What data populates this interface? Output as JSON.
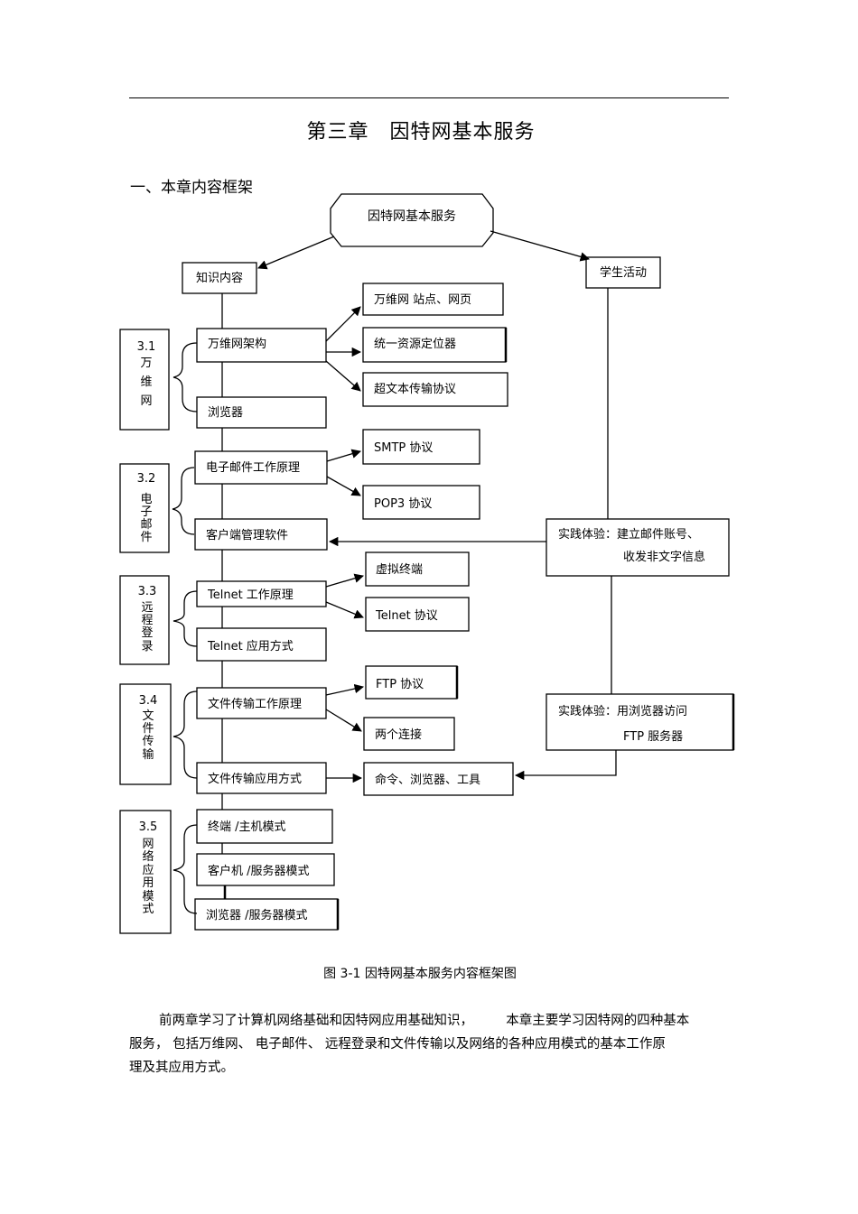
{
  "title": "第三章　因特网基本服务",
  "section_heading": "一、本章内容框架",
  "diagram": {
    "root": "因特网基本服务",
    "knowledge": "知识内容",
    "activity": "学生活动",
    "groups": {
      "g1": [
        "3.1",
        "万",
        "维",
        "网"
      ],
      "g2": [
        "3.2",
        "电",
        "子",
        "邮",
        "件"
      ],
      "g3": [
        "3.3",
        "远",
        "程",
        "登",
        "录"
      ],
      "g4": [
        "3.4",
        "文",
        "件",
        "传",
        "输"
      ],
      "g5": [
        "3.5",
        "网",
        "络",
        "应",
        "用",
        "模",
        "式"
      ]
    },
    "nodes": {
      "www_arch": "万维网架构",
      "www_site": "万维网 站点、网页",
      "url": "统一资源定位器",
      "http": "超文本传输协议",
      "browser": "浏览器",
      "mail_principle": "电子邮件工作原理",
      "smtp": "SMTP  协议",
      "pop3": "POP3 协议",
      "mail_client": "客户端管理软件",
      "telnet_principle": "Telnet 工作原理",
      "virtual_term": "虚拟终端",
      "telnet_proto": "Telnet 协议",
      "telnet_apply": "Telnet 应用方式",
      "ftp_principle": "文件传输工作原理",
      "ftp_proto": "FTP  协议",
      "two_conn": "两个连接",
      "ftp_apply": "文件传输应用方式",
      "ftp_tools": "命令、浏览器、工具",
      "mode_terminal": "终端 /主机模式",
      "mode_cs": "客户机 /服务器模式",
      "mode_bs": "浏览器 /服务器模式",
      "practice1_line1": "实践体验：建立邮件账号、",
      "practice1_line2": "收发非文字信息",
      "practice2_line1": "实践体验：用浏览器访问",
      "practice2_line2": "FTP  服务器"
    }
  },
  "caption": "图  3-1   因特网基本服务内容框架图",
  "paragraph": {
    "line1": "前两章学习了计算机网络基础和因特网应用基础知识，　　　本章主要学习因特网的四种基本",
    "line2": "服务，  包括万维网、  电子邮件、  远程登录和文件传输以及网络的各种应用模式的基本工作原",
    "line3": "理及其应用方式。"
  }
}
